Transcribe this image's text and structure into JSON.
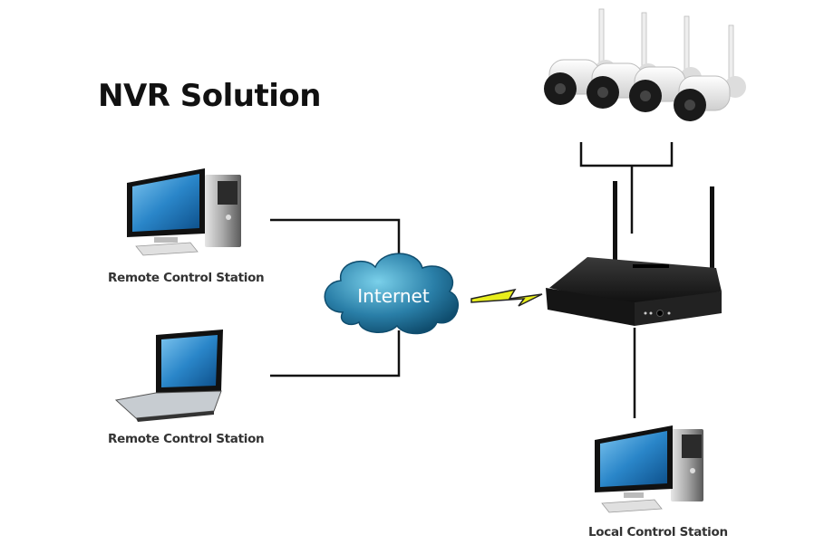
{
  "diagram": {
    "title": "NVR Solution",
    "nodes": {
      "remote_desktop": {
        "label": "Remote Control Station",
        "icon": "desktop-computer-icon"
      },
      "remote_laptop": {
        "label": "Remote Control Station",
        "icon": "laptop-icon"
      },
      "internet": {
        "label": "Internet",
        "icon": "cloud-icon"
      },
      "nvr": {
        "label": "",
        "icon": "nvr-recorder-icon"
      },
      "cameras": {
        "label": "",
        "icon": "ip-camera-icon",
        "count": 4
      },
      "local_desktop": {
        "label": "Local Control Station",
        "icon": "desktop-computer-icon"
      }
    },
    "connections": [
      {
        "from": "remote_desktop",
        "to": "internet",
        "type": "wired"
      },
      {
        "from": "remote_laptop",
        "to": "internet",
        "type": "wired"
      },
      {
        "from": "internet",
        "to": "nvr",
        "type": "wireless"
      },
      {
        "from": "cameras",
        "to": "nvr",
        "type": "wired"
      },
      {
        "from": "nvr",
        "to": "local_desktop",
        "type": "wired"
      }
    ],
    "colors": {
      "cloud": "#2a7fa8",
      "screen": "#2a86c9",
      "lightning": "#e8ee1c",
      "line": "#111111"
    }
  }
}
